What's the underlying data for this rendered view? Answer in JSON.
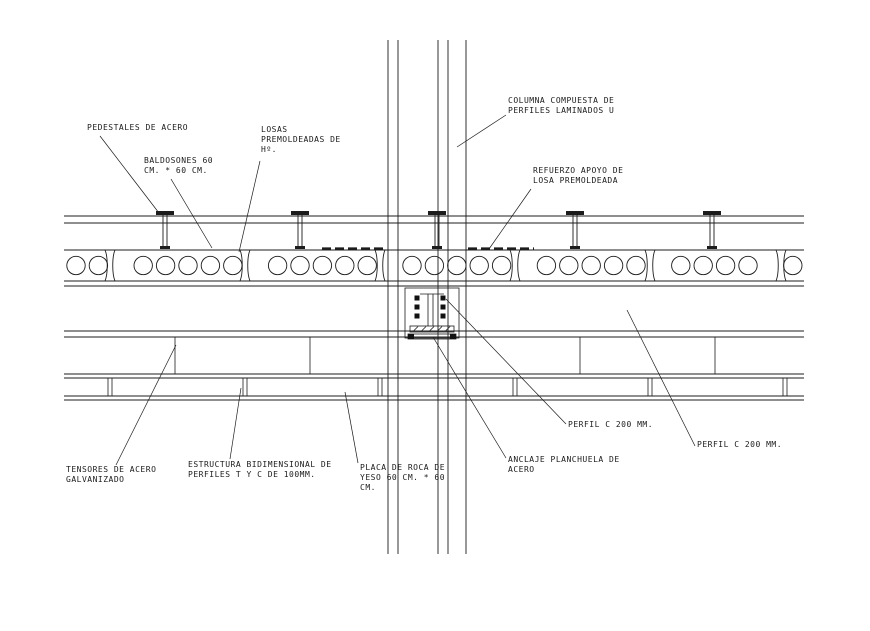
{
  "drawing": {
    "line_color": "#1c1c1c",
    "labels": {
      "pedestales": "PEDESTALES DE ACERO",
      "baldosones": "BALDOSONES 60\nCM. * 60 CM.",
      "losas": "LOSAS\nPREMOLDEADAS DE\nHº.",
      "columna": "COLUMNA COMPUESTA DE\nPERFILES LAMINADOS U",
      "refuerzo": "REFUERZO APOYO DE\nLOSA PREMOLDEADA",
      "perfil_c_center": "PERFIL C 200 MM.",
      "perfil_c_right": "PERFIL C 200 MM.",
      "anclaje": "ANCLAJE PLANCHUELA DE\nACERO",
      "tensores": "TENSORES DE ACERO\nGALVANIZADO",
      "estructura": "ESTRUCTURA BIDIMENSIONAL DE\nPERFILES T Y C DE 100MM.",
      "placa": "PLACA DE ROCA DE\nYESO 60 CM. * 60\nCM."
    }
  }
}
